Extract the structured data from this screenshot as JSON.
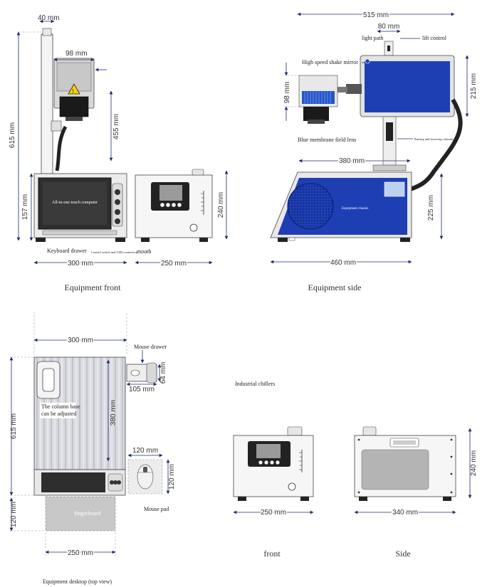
{
  "front": {
    "dims": {
      "top_width": "40 mm",
      "head_width": "98 mm",
      "head_height": "455 mm",
      "total_height": "615 mm",
      "base_height": "157 mm",
      "width": "300 mm",
      "control_box_height": "240 mm",
      "control_box_width": "250 mm"
    },
    "screen_label": "All-in-one touch computer",
    "labels": {
      "keyboard_drawer": "Keyboard drawer",
      "control_switch": "Control switch and USB connection",
      "mouth": "mouth"
    },
    "caption": "Equipment front"
  },
  "side": {
    "dims": {
      "total_width": "515 mm",
      "head_width": "80 mm",
      "lens_height": "98 mm",
      "head_height": "215 mm",
      "column_width": "380 mm",
      "chassis_height": "225 mm",
      "base_width": "460 mm"
    },
    "labels": {
      "light_path": "light path",
      "lift_control": "lift control",
      "shake_mirror": "High speed shake mirror",
      "field_lens": "Blue membrane field lens",
      "raising": "Raising and lowering columns",
      "chassis": "Equipment chassis"
    },
    "caption": "Equipment side"
  },
  "desktop": {
    "dims": {
      "width": "300 mm",
      "mouse_drawer_width": "105 mm",
      "mouse_drawer_height": "64 mm",
      "total_depth": "615 mm",
      "column_travel": "380 mm",
      "pad_width": "120 mm",
      "pad_height": "120 mm",
      "keyboard_depth": "120 mm",
      "keyboard_width": "250 mm"
    },
    "labels": {
      "mouse_drawer": "Mouse drawer",
      "column_base_line1": "The column base",
      "column_base_line2": "can be adjusted",
      "mouse_pad": "Mouse pad",
      "fingerboard": "fingerboard"
    },
    "caption": "Equipment desktop (top view)"
  },
  "chiller": {
    "title": "Industrial chillers",
    "front_width": "250 mm",
    "side_width": "340 mm",
    "height": "240 mm",
    "caption_front": "front",
    "caption_side": "Side"
  },
  "colors": {
    "blue_panel": "#1e3fb4",
    "dim_line": "#1f2d6b",
    "screen": "#2e2e2e"
  }
}
